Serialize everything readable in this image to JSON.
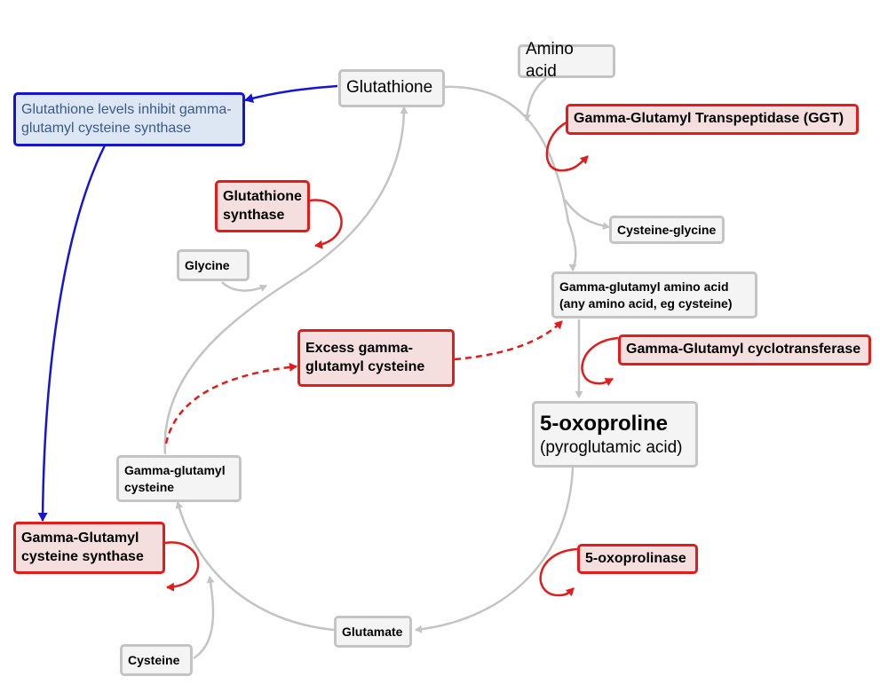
{
  "nodes": {
    "glutathione": "Glutathione",
    "amino_acid": "Amino acid",
    "inhibit_note": "Glutathione levels inhibit gamma-glutamyl cysteine synthase",
    "ggt": "Gamma-Glutamyl Transpeptidase (GGT)",
    "gsh_synthase": "Glutathione synthase",
    "cys_gly": "Cysteine-glycine",
    "glycine": "Glycine",
    "gg_amino_acid": "Gamma-glutamyl amino acid (any amino acid, eg cysteine)",
    "excess_ggc": "Excess gamma-glutamyl cysteine",
    "gg_cyclotransferase": "Gamma-Glutamyl cyclotransferase",
    "oxoproline_title": "5-oxoproline",
    "oxoproline_sub": "(pyroglutamic acid)",
    "ggc": "Gamma-glutamyl cysteine",
    "ggc_synthase": "Gamma-Glutamyl cysteine synthase",
    "oxoprolinase": "5-oxoprolinase",
    "glutamate": "Glutamate",
    "cysteine": "Cysteine"
  },
  "colors": {
    "pathway": "#c4c4c4",
    "enzyme": "#e21b1b",
    "enzyme_fill": "#f4dede",
    "inhibition": "#1515d6",
    "inhibition_fill": "#dde6f3"
  }
}
